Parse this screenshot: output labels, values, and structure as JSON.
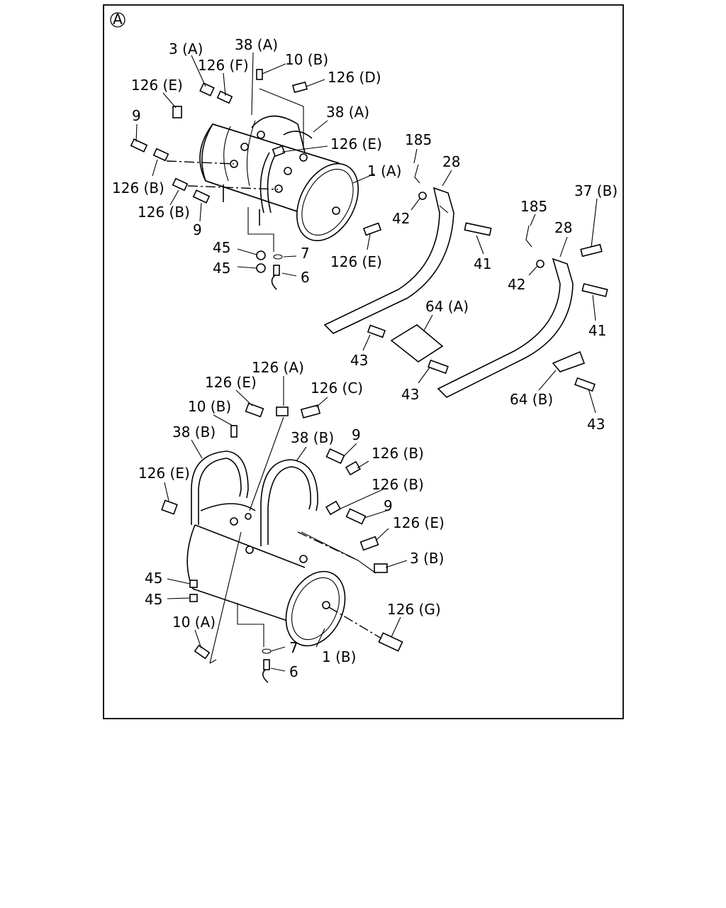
{
  "diagram": {
    "view_marker": "A",
    "labels": {
      "l_3A": "3 (A)",
      "l_126F": "126 (F)",
      "l_38A_top": "38 (A)",
      "l_10B_top": "10 (B)",
      "l_126D": "126 (D)",
      "l_126E_tl": "126 (E)",
      "l_9_tl": "9",
      "l_38A_r": "38 (A)",
      "l_126E_mid": "126 (E)",
      "l_1A": "1 (A)",
      "l_126B_1": "126 (B)",
      "l_126B_2": "126 (B)",
      "l_9_b": "9",
      "l_45_1": "45",
      "l_45_2": "45",
      "l_7_top": "7",
      "l_6_top": "6",
      "l_126E_low": "126 (E)",
      "l_185_1": "185",
      "l_28_1": "28",
      "l_42_1": "42",
      "l_41_1": "41",
      "l_185_2": "185",
      "l_28_2": "28",
      "l_37B": "37 (B)",
      "l_42_2": "42",
      "l_41_2": "41",
      "l_64A": "64 (A)",
      "l_43_1": "43",
      "l_43_2": "43",
      "l_64B": "64 (B)",
      "l_43_3": "43",
      "l_126A": "126 (A)",
      "l_126E_b1": "126 (E)",
      "l_126C": "126 (C)",
      "l_10B_b": "10 (B)",
      "l_38B_1": "38 (B)",
      "l_38B_2": "38 (B)",
      "l_9_b2": "9",
      "l_126B_b1": "126 (B)",
      "l_126E_b2": "126 (E)",
      "l_126B_b2": "126 (B)",
      "l_9_b3": "9",
      "l_126E_b3": "126 (E)",
      "l_3B": "3 (B)",
      "l_45_b1": "45",
      "l_45_b2": "45",
      "l_126G": "126 (G)",
      "l_10A": "10 (A)",
      "l_7_b": "7",
      "l_1B": "1 (B)",
      "l_6_b": "6"
    }
  }
}
